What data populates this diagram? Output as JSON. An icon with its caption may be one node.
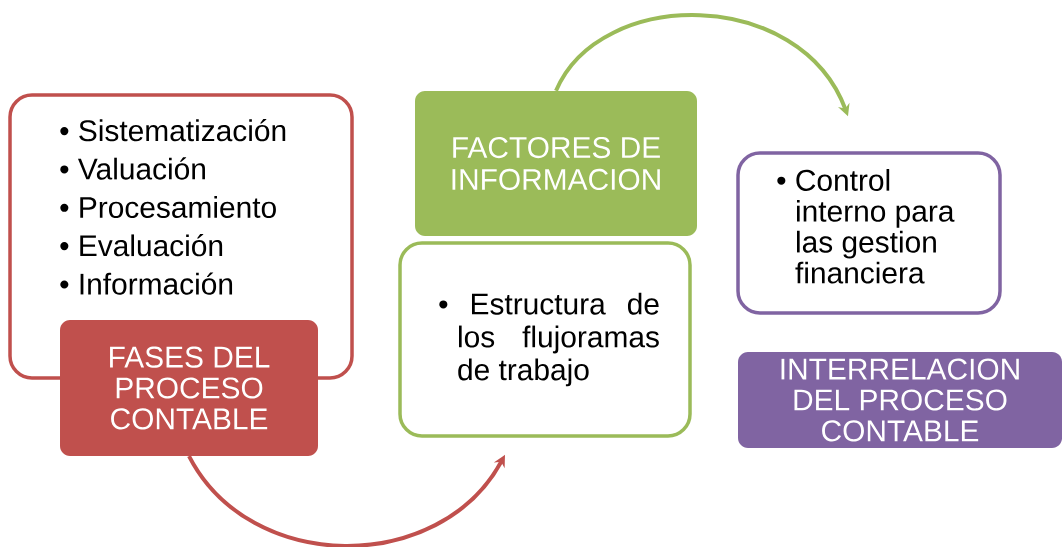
{
  "diagram": {
    "nodes": [
      {
        "text": [
          "• Sistematización",
          "• Valuación",
          "• Procesamiento",
          "• Evaluación",
          "• Información"
        ]
      },
      {
        "text": [
          "FASES DEL PROCESO CONTABLE"
        ]
      },
      {
        "text": [
          "FACTORES DE INFORMACION"
        ]
      },
      {
        "text": [
          "• Estructura  de los flujoramas de trabajo"
        ]
      },
      {
        "text": [
          "• Control interno para las gestion financiera"
        ]
      },
      {
        "text": [
          "INTERRELACION DEL PROCESO CONTABLE"
        ]
      }
    ],
    "edges": [
      {
        "from": 1,
        "to": 3,
        "arrow": "to",
        "color": "#c0504d"
      },
      {
        "from": 2,
        "to": 4,
        "arrow": "to",
        "color": "#9bbb59"
      }
    ]
  }
}
